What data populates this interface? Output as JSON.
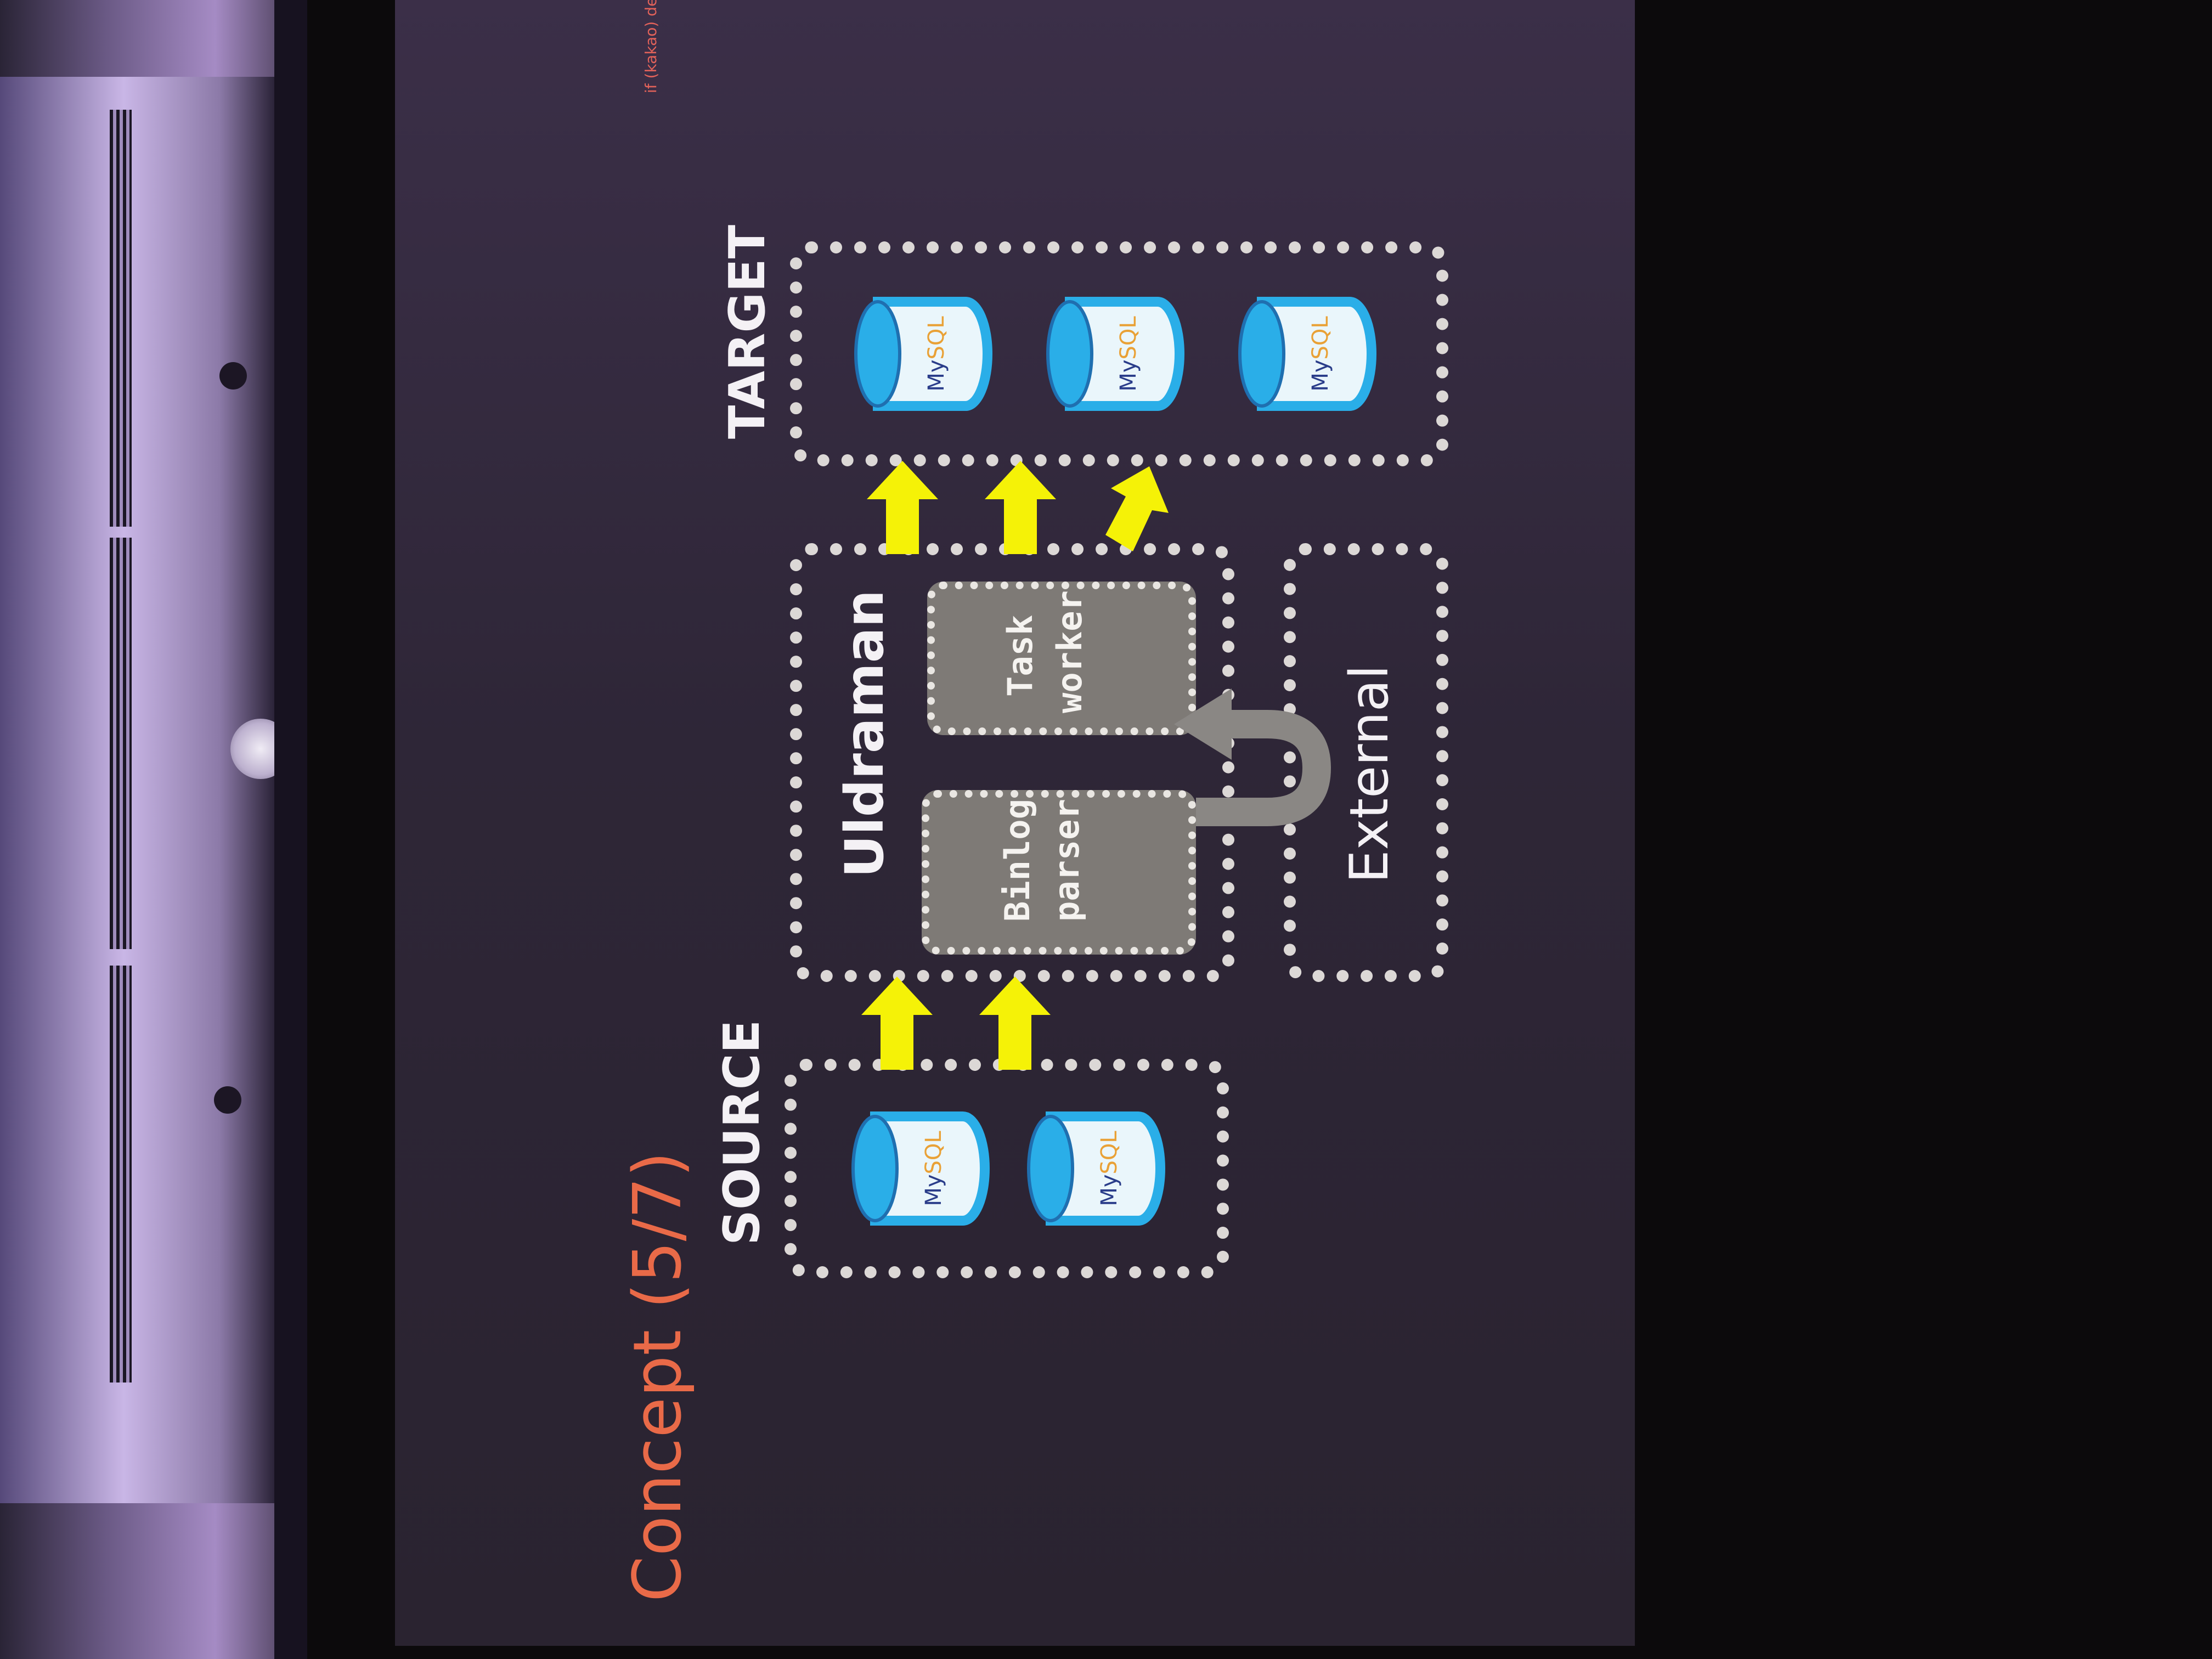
{
  "slide": {
    "title": "Concept (5/7)",
    "corner_note": "if (kakao) de"
  },
  "diagram": {
    "groups": {
      "target": "TARGET",
      "source": "SOURCE",
      "uldraman": "Uldraman",
      "external": "External"
    },
    "components": {
      "task_worker": [
        "Task",
        "worker"
      ],
      "binlog_parser": [
        "Binlog",
        "parser"
      ]
    },
    "database_label": {
      "my": "My",
      "sql": "SQL"
    },
    "counts": {
      "target_databases": 3,
      "source_databases": 2
    },
    "colors": {
      "arrow": "#f5f207",
      "database": "#2aaee8",
      "title": "#e96a48",
      "component_fill": "#7e7a76",
      "loop_arrow": "#8a8784"
    },
    "icons": [
      "mysql-database-icon",
      "up-arrow-icon",
      "loop-arrow-icon"
    ]
  }
}
